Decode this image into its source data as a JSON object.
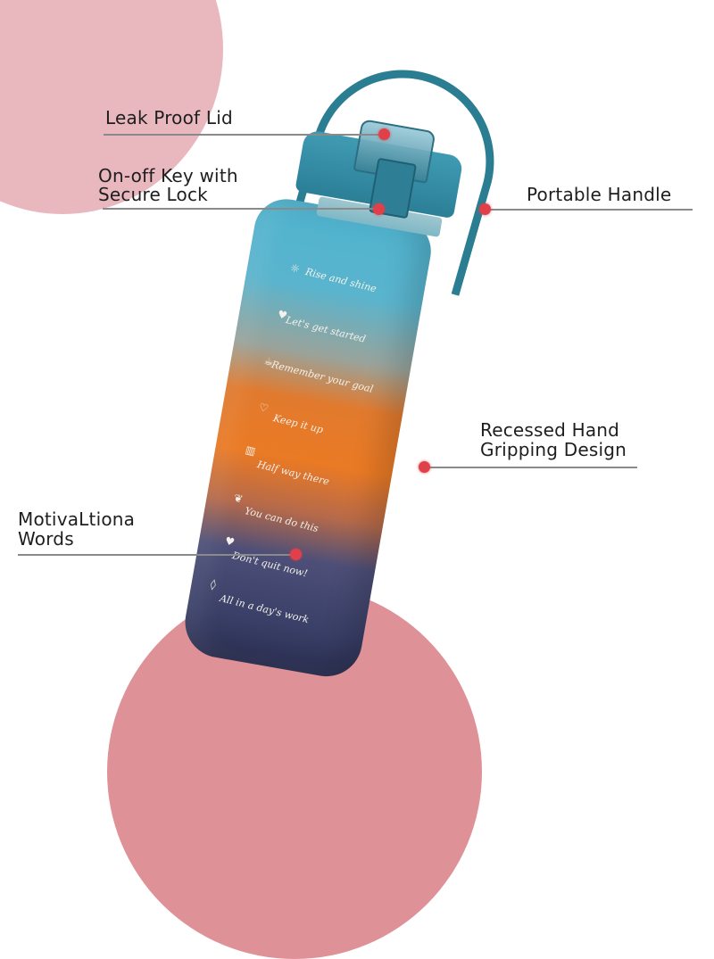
{
  "colors": {
    "background": "#ffffff",
    "pink_circle_top": "#e9b8bf",
    "pink_circle_bottom": "#df9198",
    "marker_dot": "#e0404a",
    "leader_line": "#8a8a8a",
    "label_text": "#1e1e1e",
    "bottle_top": "#4fb3cf",
    "bottle_middle": "#ea7a24",
    "bottle_bottom": "#2b2f52",
    "cap": "#2b7f97"
  },
  "callouts": [
    {
      "id": "leak-proof-lid",
      "lines": [
        "Leak Proof Lid"
      ]
    },
    {
      "id": "on-off-key",
      "lines": [
        "On-off Key with",
        "Secure Lock"
      ]
    },
    {
      "id": "portable-handle",
      "lines": [
        "Portable Handle"
      ]
    },
    {
      "id": "recessed-grip",
      "lines": [
        "Recessed Hand",
        "Gripping Design"
      ]
    },
    {
      "id": "motivational-words",
      "lines": [
        "MotivaLtiona",
        "Words"
      ]
    }
  ],
  "bottle": {
    "mottos": [
      {
        "icon": "sun-icon",
        "glyph": "☼",
        "text": "Rise and shine"
      },
      {
        "icon": "heart-icon",
        "glyph": "♥",
        "text": "Let's get started"
      },
      {
        "icon": "coffee-icon",
        "glyph": "☕",
        "text": "Remember your goal"
      },
      {
        "icon": "heart-arrow-icon",
        "glyph": "♡",
        "text": "Keep it up"
      },
      {
        "icon": "cup-icon",
        "glyph": "▥",
        "text": "Half way there"
      },
      {
        "icon": "leaf-icon",
        "glyph": "❦",
        "text": "You can do this"
      },
      {
        "icon": "heart-icon",
        "glyph": "♥",
        "text": "Don't quit now!"
      },
      {
        "icon": "diamond-icon",
        "glyph": "◊",
        "text": "All in a day's work"
      }
    ]
  }
}
